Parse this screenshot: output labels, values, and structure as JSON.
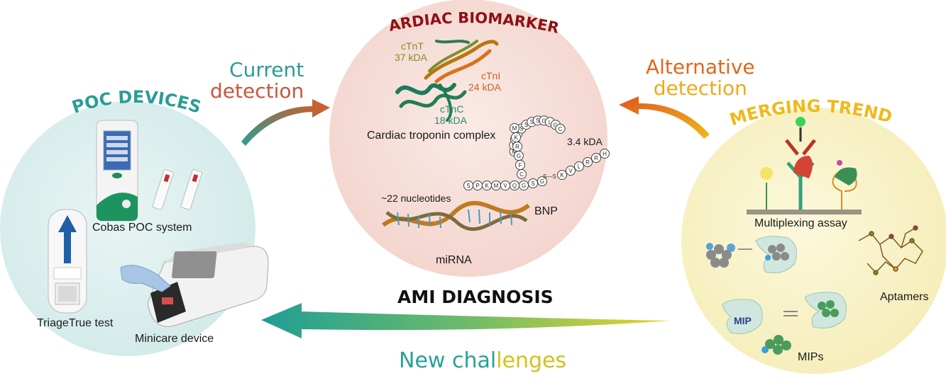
{
  "left_panel": {
    "title": "POC DEVICES",
    "device_labels": {
      "cobas": "Cobas POC system",
      "triage": "TriageTrue test",
      "minicare": "Minicare device"
    }
  },
  "center_panel": {
    "title": "CARDIAC  BIOMARKERS",
    "troponin": {
      "ctnt_name": "cTnT",
      "ctnt_mass": "37 kDA",
      "ctni_name": "cTnI",
      "ctni_mass": "24 kDA",
      "ctnc_name": "cTnC",
      "ctnc_mass": "18 kDA",
      "caption": "Cardiac troponin complex"
    },
    "bnp": {
      "name": "BNP",
      "mass": "3.4 kDA",
      "loop_residues": [
        "M",
        "D",
        "R",
        "I",
        "S",
        "S",
        "S",
        "S",
        "G",
        "L",
        "G",
        "C",
        "K",
        "V",
        "L",
        "R",
        "R",
        "H"
      ],
      "tail_residues": [
        "S",
        "P",
        "K",
        "M",
        "V",
        "Q",
        "G",
        "S",
        "G",
        "C",
        "F",
        "G",
        "R",
        "K",
        "M"
      ],
      "bridge": "S—S"
    },
    "mirna": {
      "length": "~22 nucleotides",
      "name": "miRNA"
    }
  },
  "right_panel": {
    "title": "EMERGING  TRENDS",
    "labels": {
      "multiplexing": "Multiplexing assay",
      "aptamers": "Aptamers",
      "mips": "MIPs",
      "mip_tag": "MIP"
    }
  },
  "flows": {
    "current": [
      "Current",
      "detection"
    ],
    "alternative": [
      "Alternative",
      "detection"
    ],
    "new": {
      "part1": "New chal",
      "part2": "lenges"
    }
  },
  "center_caption": "AMI DIAGNOSIS",
  "colors": {
    "left_circle": "#dcefee",
    "center_circle": "#f6dcd6",
    "right_circle": "#f8f2c7",
    "teal": "#2a9d94",
    "orange": "#e0561f",
    "dark_red": "#8f1015",
    "yellow": "#f0b91b"
  }
}
